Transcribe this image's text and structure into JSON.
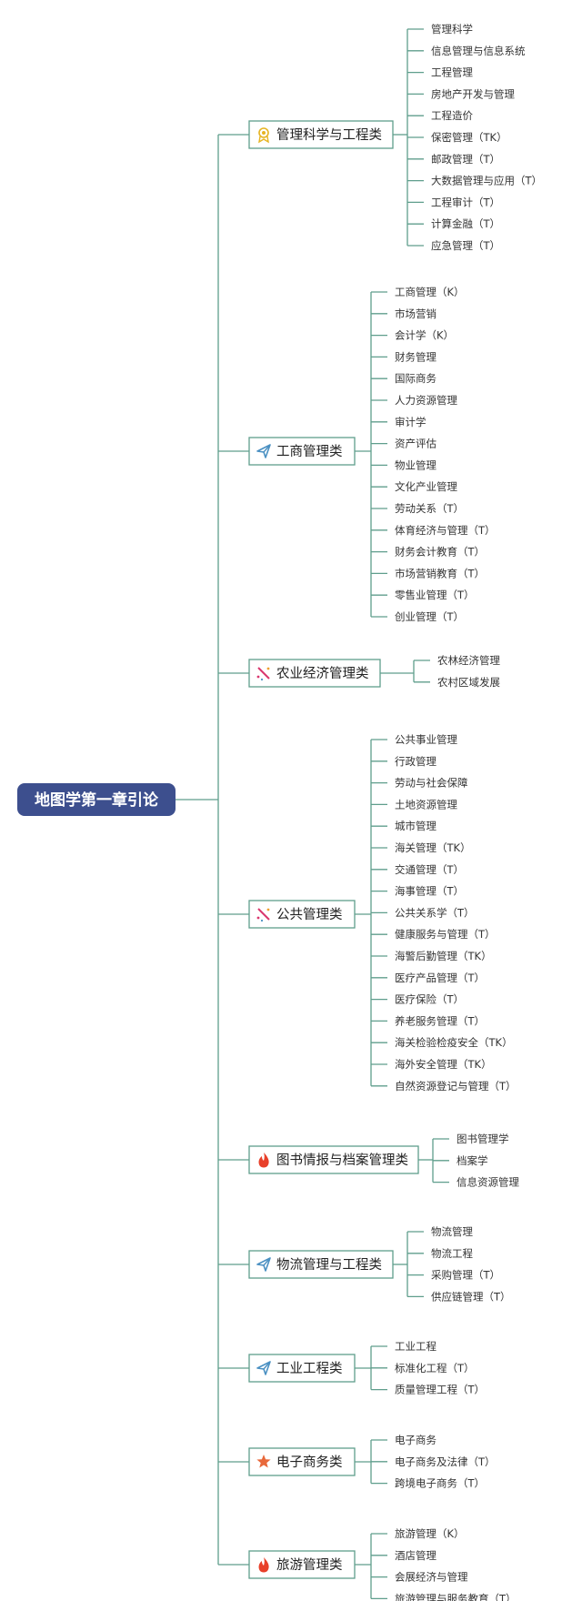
{
  "root": {
    "label": "地图学第一章引论",
    "fill": "#3d4f8e",
    "text_color": "#ffffff"
  },
  "colors": {
    "line": "#5f9e8c",
    "box_border": "#5f9e8c",
    "leaf_text": "#333333",
    "category_text": "#222222"
  },
  "categories": [
    {
      "label": "管理科学与工程类",
      "icon": "award-icon",
      "icon_color": "#e6b422",
      "items": [
        "管理科学",
        "信息管理与信息系统",
        "工程管理",
        "房地产开发与管理",
        "工程造价",
        "保密管理（TK）",
        "邮政管理（T）",
        "大数据管理与应用（T）",
        "工程审计（T）",
        "计算金融（T）",
        "应急管理（T）"
      ]
    },
    {
      "label": "工商管理类",
      "icon": "paper-plane-icon",
      "icon_color": "#4a90c2",
      "items": [
        "工商管理（K）",
        "市场营销",
        "会计学（K）",
        "财务管理",
        "国际商务",
        "人力资源管理",
        "审计学",
        "资产评估",
        "物业管理",
        "文化产业管理",
        "劳动关系（T）",
        "体育经济与管理（T）",
        "财务会计教育（T）",
        "市场营销教育（T）",
        "零售业管理（T）",
        "创业管理（T）"
      ]
    },
    {
      "label": "农业经济管理类",
      "icon": "magic-wand-icon",
      "icon_color": "#d9376e",
      "items": [
        "农林经济管理",
        "农村区域发展"
      ]
    },
    {
      "label": "公共管理类",
      "icon": "magic-wand-icon",
      "icon_color": "#d9376e",
      "items": [
        "公共事业管理",
        "行政管理",
        "劳动与社会保障",
        "土地资源管理",
        "城市管理",
        "海关管理（TK）",
        "交通管理（T）",
        "海事管理（T）",
        "公共关系学（T）",
        "健康服务与管理（T）",
        "海警后勤管理（TK）",
        "医疗产品管理（T）",
        "医疗保险（T）",
        "养老服务管理（T）",
        "海关检验检疫安全（TK）",
        "海外安全管理（TK）",
        "自然资源登记与管理（T）"
      ]
    },
    {
      "label": "图书情报与档案管理类",
      "icon": "flame-icon",
      "icon_color": "#e8402a",
      "items": [
        "图书管理学",
        "档案学",
        "信息资源管理"
      ]
    },
    {
      "label": "物流管理与工程类",
      "icon": "paper-plane-icon",
      "icon_color": "#4a90c2",
      "items": [
        "物流管理",
        "物流工程",
        "采购管理（T）",
        "供应链管理（T）"
      ]
    },
    {
      "label": "工业工程类",
      "icon": "paper-plane-icon",
      "icon_color": "#4a90c2",
      "items": [
        "工业工程",
        "标准化工程（T）",
        "质量管理工程（T）"
      ]
    },
    {
      "label": "电子商务类",
      "icon": "star-icon",
      "icon_color": "#e8683a",
      "items": [
        "电子商务",
        "电子商务及法律（T）",
        "跨境电子商务（T）"
      ]
    },
    {
      "label": "旅游管理类",
      "icon": "flame-icon",
      "icon_color": "#e8402a",
      "items": [
        "旅游管理（K）",
        "酒店管理",
        "会展经济与管理",
        "旅游管理与服务教育（T）"
      ]
    }
  ]
}
